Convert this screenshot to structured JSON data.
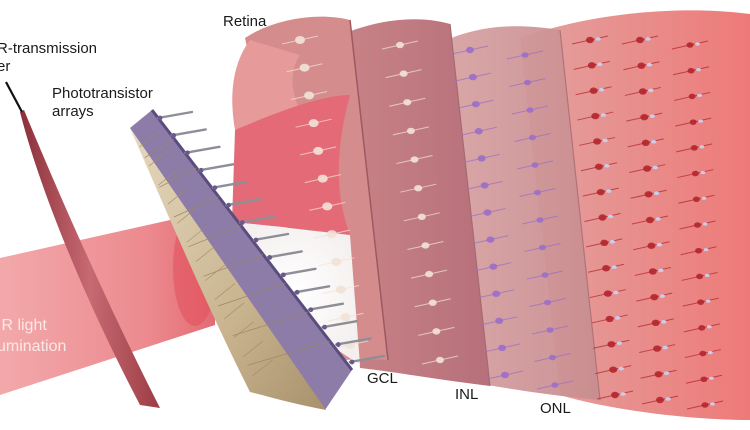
{
  "labels": {
    "fiber_line1": "R-transmission",
    "fiber_line2": "er",
    "photo_line1": "Phototransistor",
    "photo_line2": "arrays",
    "retina": "Retina",
    "nir_line1": "IR light",
    "nir_line2": "umination",
    "gcl": "GCL",
    "inl": "INL",
    "onl": "ONL"
  },
  "colors": {
    "background": "#ffffff",
    "beam": "#e8747a",
    "fiber": "#b9545e",
    "panel": "#c9b48f",
    "panel_edge": "#6a5a8c",
    "retina_front": "#d98a8a",
    "retina_inner": "#e56a78",
    "gcl_cell": "#f1e2d6",
    "inl_cell": "#9a6fc8",
    "onl_cell": "#b3262e",
    "onl_tip": "#c8cdea"
  }
}
